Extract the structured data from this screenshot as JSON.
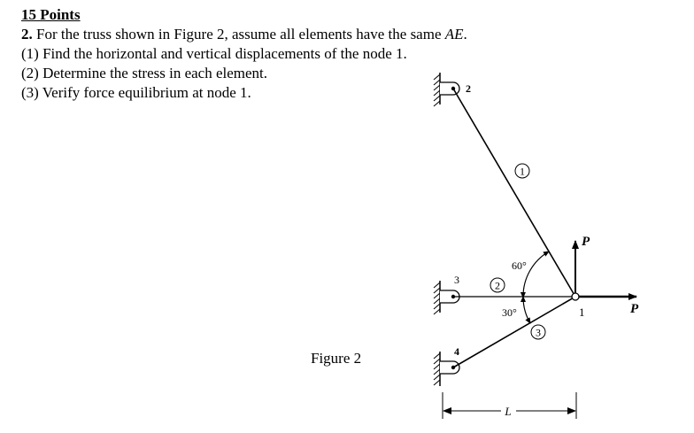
{
  "problem": {
    "heading": "15 Points",
    "number": "2.",
    "statement_pre": " For the truss shown in Figure 2, assume all elements have the same ",
    "statement_var": "AE",
    "statement_post": ".",
    "tasks": [
      "(1) Find the horizontal and vertical displacements of the node 1.",
      "(2) Determine the stress in each element.",
      "(3) Verify force equilibrium at node 1."
    ]
  },
  "figure": {
    "caption": "Figure 2",
    "nodes": {
      "n1": "1",
      "n2": "2",
      "n3": "3",
      "n4": "4"
    },
    "elements": {
      "e1": "1",
      "e2": "2",
      "e3": "3"
    },
    "angles": {
      "upper": "60°",
      "lower": "30°"
    },
    "loads": {
      "vertical": "P",
      "horizontal": "P"
    },
    "dimension": "L"
  }
}
